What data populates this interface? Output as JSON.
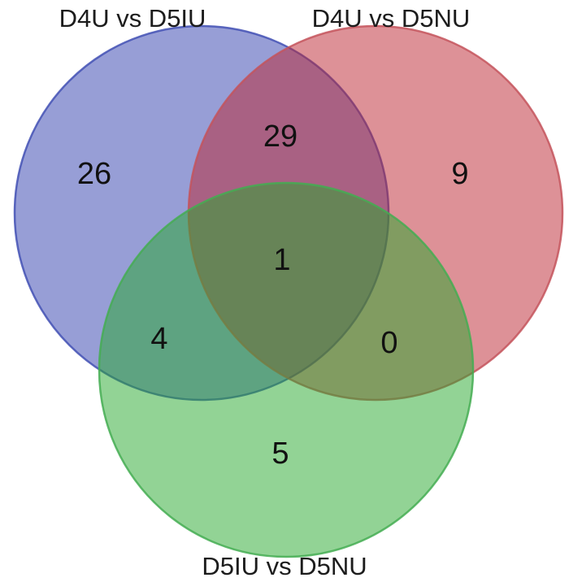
{
  "figure": {
    "background_color": "#ffffff",
    "text_color": "#111111"
  },
  "chart_data": {
    "type": "venn",
    "title": "",
    "legend_position": "none",
    "sets": [
      {
        "id": "A",
        "label": "D4U vs D5IU",
        "color": "#2f3dad",
        "label_position": "top-left"
      },
      {
        "id": "B",
        "label": "D4U vs D5NU",
        "color": "#bc2430",
        "label_position": "top-right"
      },
      {
        "id": "C",
        "label": "D5IU vs D5NU",
        "color": "#25a72c",
        "label_position": "bottom"
      }
    ],
    "regions": [
      {
        "sets": [
          "A"
        ],
        "value": 26
      },
      {
        "sets": [
          "A",
          "B"
        ],
        "value": 29
      },
      {
        "sets": [
          "B"
        ],
        "value": 9
      },
      {
        "sets": [
          "A",
          "B",
          "C"
        ],
        "value": 1
      },
      {
        "sets": [
          "A",
          "C"
        ],
        "value": 4
      },
      {
        "sets": [
          "B",
          "C"
        ],
        "value": 0
      },
      {
        "sets": [
          "C"
        ],
        "value": 5
      }
    ]
  }
}
